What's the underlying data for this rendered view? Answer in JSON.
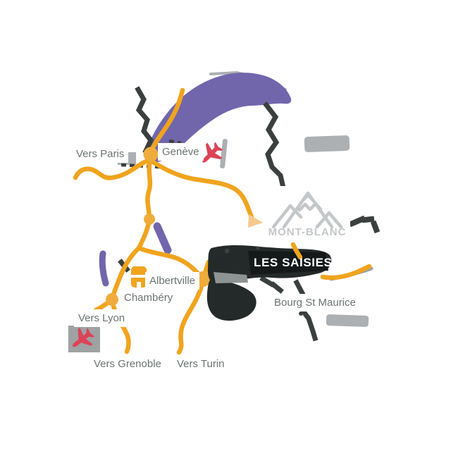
{
  "map": {
    "title": "Les Saisies access map",
    "labels": {
      "vers_paris": "Vers Paris",
      "geneve": "Genève",
      "albertville": "Albertville",
      "chambery": "Chambéry",
      "vers_lyon": "Vers Lyon",
      "vers_grenoble": "Vers Grenoble",
      "vers_turin": "Vers Turin",
      "bourg_st_maurice": "Bourg St Maurice",
      "les_saisies": "LES SAISIES",
      "mont_blanc": "MONT-BLANC"
    },
    "icons": {
      "airplane_geneva": "airplane-icon",
      "airplane_lyon": "airplane-icon",
      "train_albertville": "train-station-icon",
      "mont_blanc_peaks": "mountain-peaks-icon",
      "route_arrow": "arrowhead-icon"
    }
  },
  "colors": {
    "background": "#FFFFFF",
    "road": "#F0A41E",
    "junction": "#EFAC3C",
    "arrow": "#F5C98C",
    "lake": "#7166AC",
    "border": "#3A403E",
    "massif_dark": "#242A29",
    "massif_core": "#15191A",
    "massif_mid": "#8E9394",
    "gray_light": "#ACB0B3",
    "gray_med": "#9EA2A3",
    "label_text": "#6B7372",
    "resort_text": "#FFFFFF",
    "montblanc": "#C3C7C9",
    "plane": "#DC4356"
  }
}
